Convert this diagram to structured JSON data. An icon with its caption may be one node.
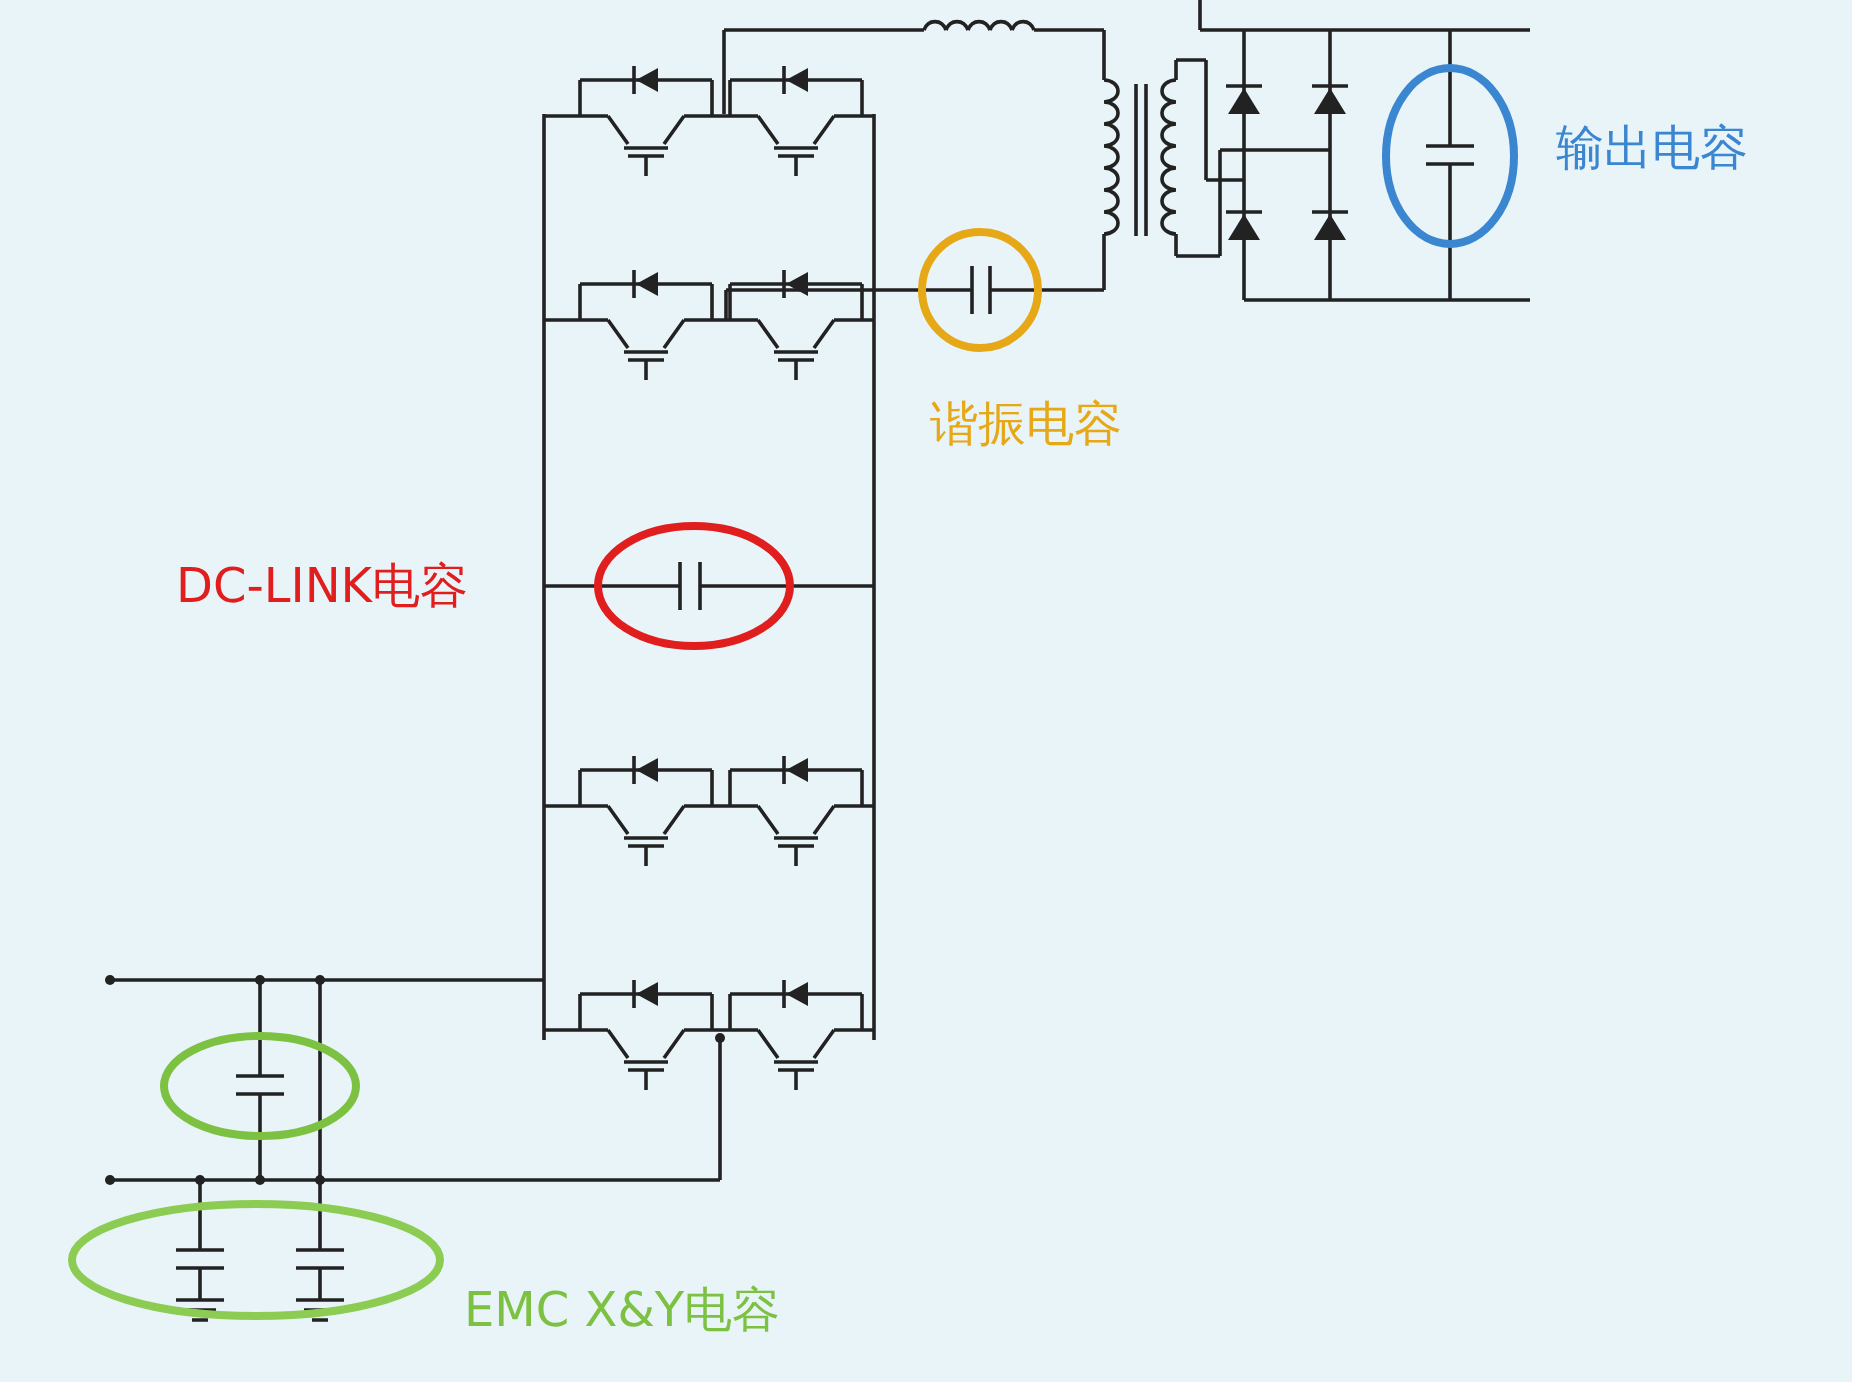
{
  "diagram": {
    "labels": [
      "输出电容",
      "谐振电容",
      "DC-LINK电容",
      "EMC X&Y电容"
    ]
  }
}
